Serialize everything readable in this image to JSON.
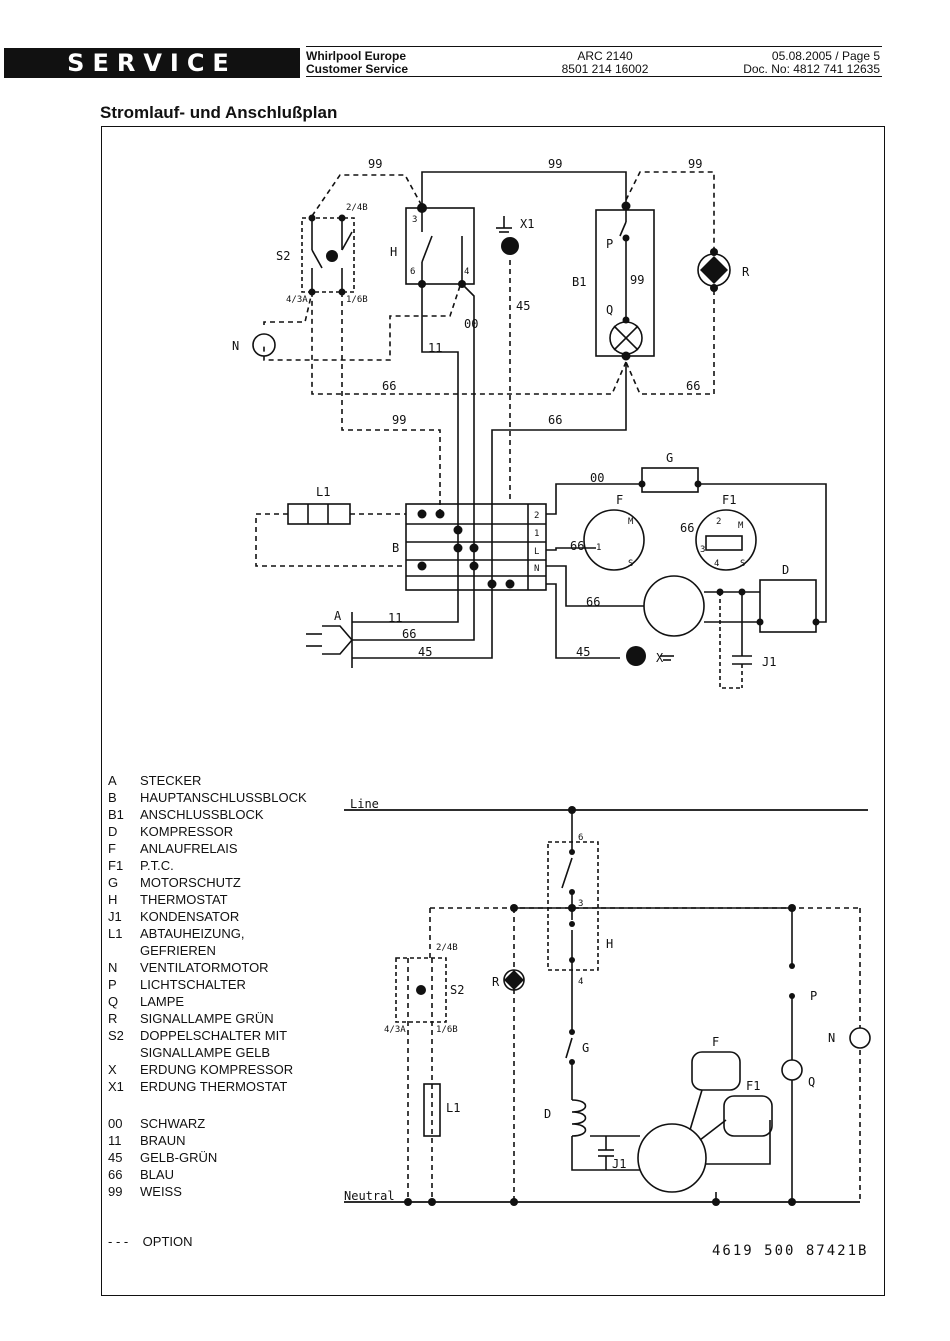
{
  "header": {
    "banner": "SERVICE",
    "company_line1": "Whirlpool Europe",
    "company_line2": "Customer Service",
    "model_line1": "ARC 2140",
    "model_line2": "8501 214 16002",
    "date_page": "05.08.2005 / Page 5",
    "doc_no": "Doc. No: 4812 741 12635"
  },
  "title": "Stromlauf- und Anschlußplan",
  "diagram": {
    "wire_labels": {
      "w99_a": "99",
      "w99_b": "99",
      "w99_c": "99",
      "w99_d": "99",
      "w99_e": "99",
      "w66_a": "66",
      "w66_b": "66",
      "w66_c": "66",
      "w66_d": "66",
      "w66_e": "66",
      "w66_f": "66",
      "w66_g": "66",
      "w00_a": "00",
      "w00_b": "00",
      "w11_a": "11",
      "w11_b": "11",
      "w45_a": "45",
      "w45_b": "45"
    },
    "component_labels": {
      "S2": "S2",
      "H": "H",
      "X1": "X1",
      "B1": "B1",
      "P": "P",
      "Q": "Q",
      "R": "R",
      "N": "N",
      "L1": "L1",
      "B": "B",
      "A": "A",
      "G": "G",
      "F": "F",
      "F1": "F1",
      "D": "D",
      "J1": "J1",
      "X": "X"
    },
    "terminal_labels": {
      "t2_4B": "2/4B",
      "t4_3A": "4/3A",
      "t1_6B": "1/6B",
      "h3": "3",
      "h6": "6",
      "h4": "4",
      "b_2": "2",
      "b_1": "1",
      "b_L": "L",
      "b_N": "N",
      "f_M": "M",
      "f_S": "S",
      "f_1": "1",
      "f1_2": "2",
      "f1_M": "M",
      "f1_3": "3",
      "f1_4": "4",
      "f1_S": "S",
      "s6": "6",
      "s3": "3",
      "s4": "4"
    },
    "line_label": "Line",
    "neutral_label": "Neutral"
  },
  "legend": [
    {
      "code": "A",
      "desc": "STECKER"
    },
    {
      "code": "B",
      "desc": "HAUPTANSCHLUSSBLOCK"
    },
    {
      "code": "B1",
      "desc": "ANSCHLUSSBLOCK"
    },
    {
      "code": "D",
      "desc": "KOMPRESSOR"
    },
    {
      "code": "F",
      "desc": "ANLAUFRELAIS"
    },
    {
      "code": "F1",
      "desc": "P.T.C."
    },
    {
      "code": "G",
      "desc": "MOTORSCHUTZ"
    },
    {
      "code": "H",
      "desc": "THERMOSTAT"
    },
    {
      "code": "J1",
      "desc": "KONDENSATOR"
    },
    {
      "code": "L1",
      "desc": "ABTAUHEIZUNG, GEFRIEREN"
    },
    {
      "code": "N",
      "desc": "VENTILATORMOTOR"
    },
    {
      "code": "P",
      "desc": "LICHTSCHALTER"
    },
    {
      "code": "Q",
      "desc": "LAMPE"
    },
    {
      "code": "R",
      "desc": "SIGNALLAMPE GRÜN"
    },
    {
      "code": "S2",
      "desc": "DOPPELSCHALTER MIT SIGNALLAMPE GELB"
    },
    {
      "code": "X",
      "desc": "ERDUNG KOMPRESSOR"
    },
    {
      "code": "X1",
      "desc": "ERDUNG THERMOSTAT"
    }
  ],
  "colors": [
    {
      "code": "00",
      "desc": "SCHWARZ"
    },
    {
      "code": "11",
      "desc": "BRAUN"
    },
    {
      "code": "45",
      "desc": "GELB-GRÜN"
    },
    {
      "code": "66",
      "desc": "BLAU"
    },
    {
      "code": "99",
      "desc": "WEISS"
    }
  ],
  "option_symbol": "- - -",
  "option_label": "OPTION",
  "doc_number": "4619 500 87421B"
}
